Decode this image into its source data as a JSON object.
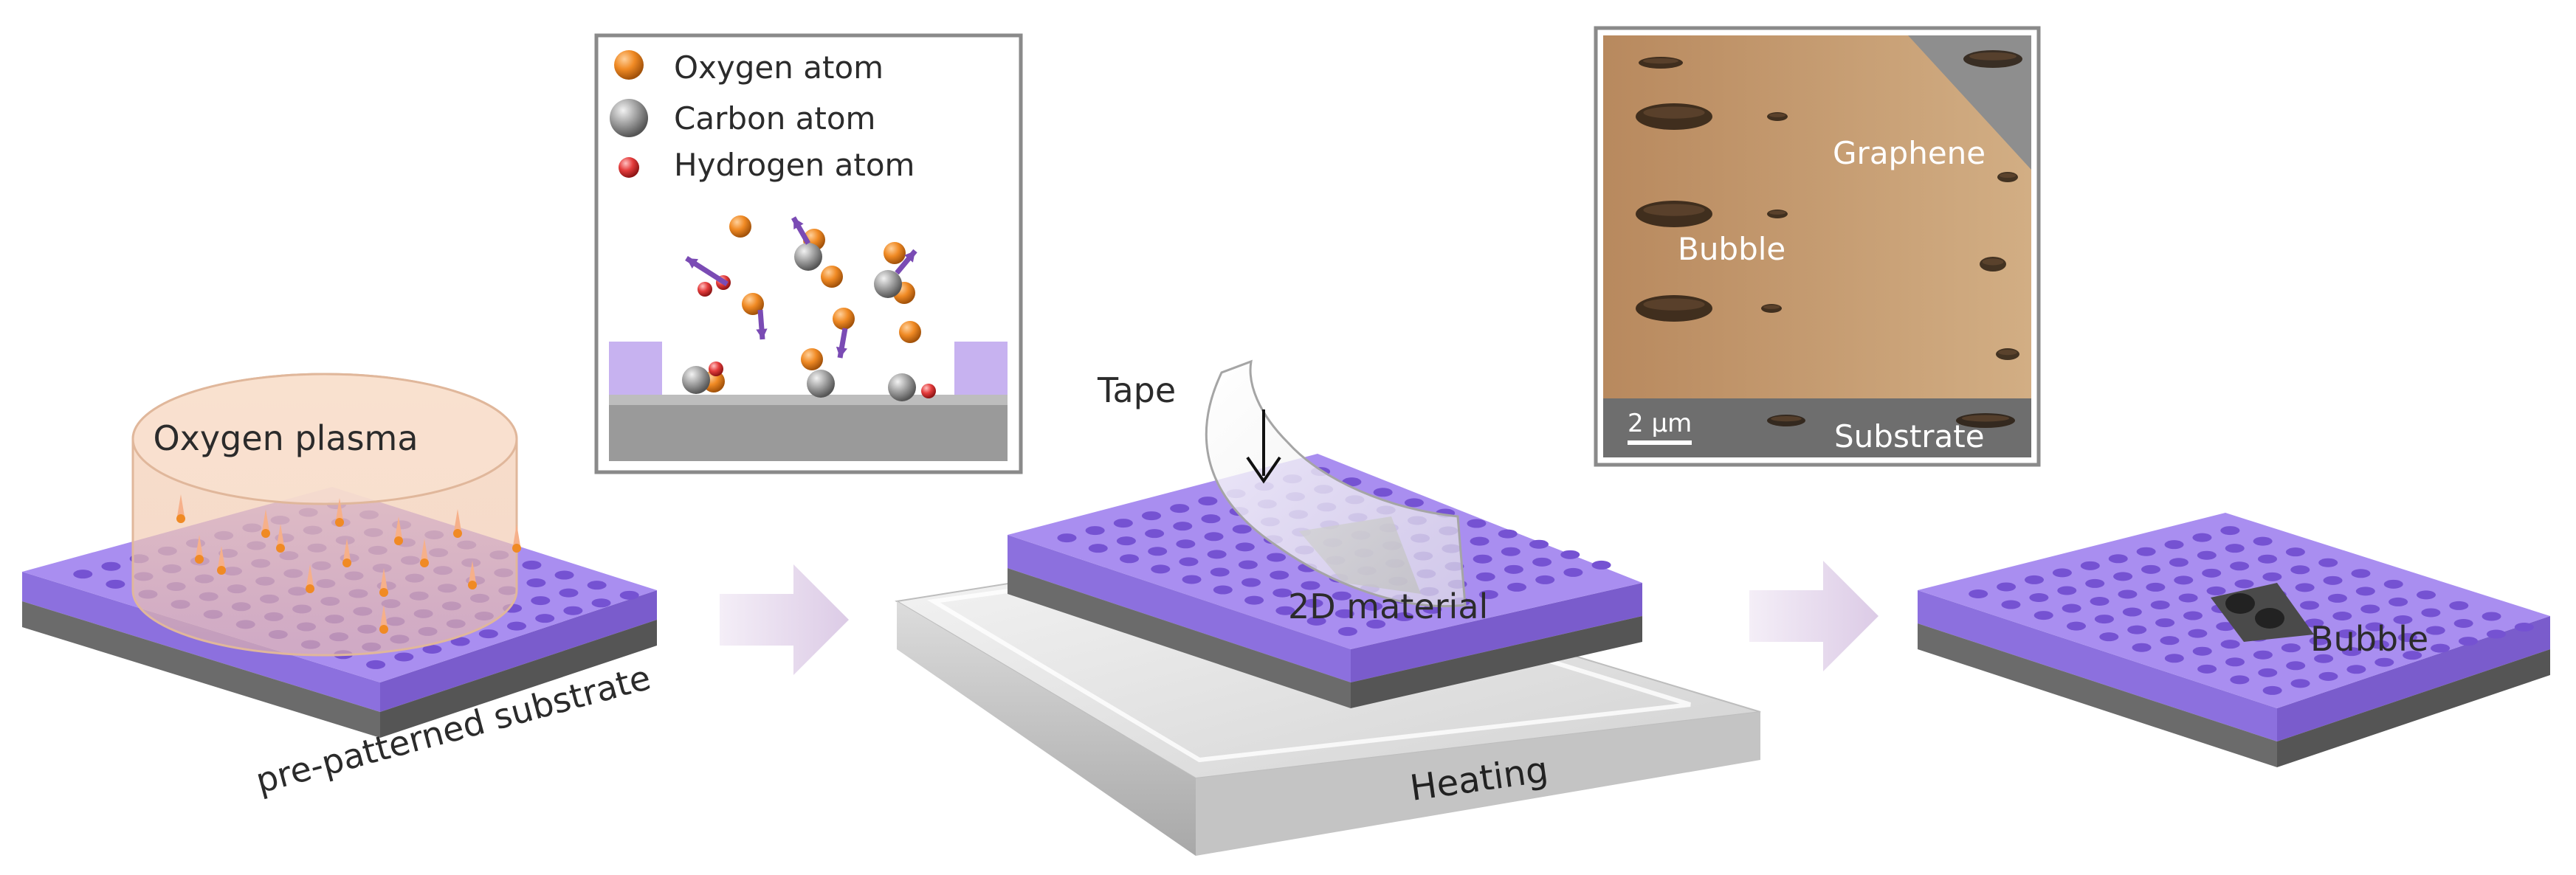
{
  "legend": {
    "oxygen": "Oxygen atom",
    "carbon": "Carbon atom",
    "hydrogen": "Hydrogen atom"
  },
  "labels": {
    "plasma": "Oxygen plasma",
    "substrate_step1": "pre-patterned substrate",
    "tape": "Tape",
    "material_2d": "2D material",
    "heating": "Heating",
    "bubble_step3": "Bubble"
  },
  "micrograph": {
    "graphene": "Graphene",
    "bubble": "Bubble",
    "substrate": "Substrate",
    "scale_bar": "2 μm"
  },
  "colors": {
    "substrate_top": "#a98ef0",
    "substrate_edge": "#8e6fe0",
    "hole": "#7a57d8",
    "oxygen": "#f08a24",
    "carbon": "#9a9a9a",
    "hydrogen": "#e43c3c",
    "arrow": "#e6dcef",
    "graphene_tint": "#c9a57c"
  }
}
